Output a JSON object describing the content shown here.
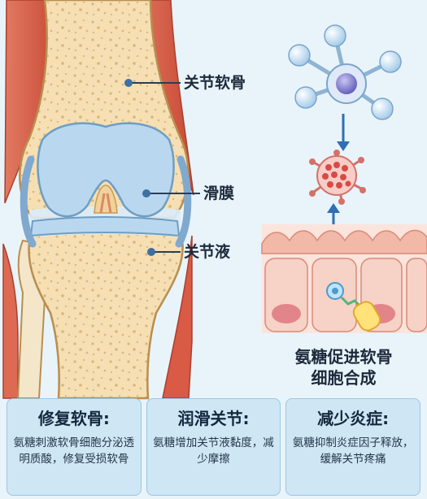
{
  "knee": {
    "labels": {
      "cartilage": "关节软骨",
      "synovium": "滑膜",
      "fluid": "关节液"
    }
  },
  "cell_process": {
    "caption_line1": "氨糖促进软骨",
    "caption_line2": "细胞合成"
  },
  "benefits": [
    {
      "title": "修复软骨:",
      "body": "氨糖刺激软骨细胞分泌透明质酸，修复受损软骨"
    },
    {
      "title": "润滑关节:",
      "body": "氨糖增加关节液黏度，减少摩擦"
    },
    {
      "title": "减少炎症:",
      "body": "氨糖抑制炎症因子释放，缓解关节疼痛"
    }
  ],
  "colors": {
    "background": "#e9f4fa",
    "bone": "#f5dfb3",
    "cartilage": "#b9d8ef",
    "muscle": "#d95a45",
    "panel": "#cfe6f5"
  }
}
